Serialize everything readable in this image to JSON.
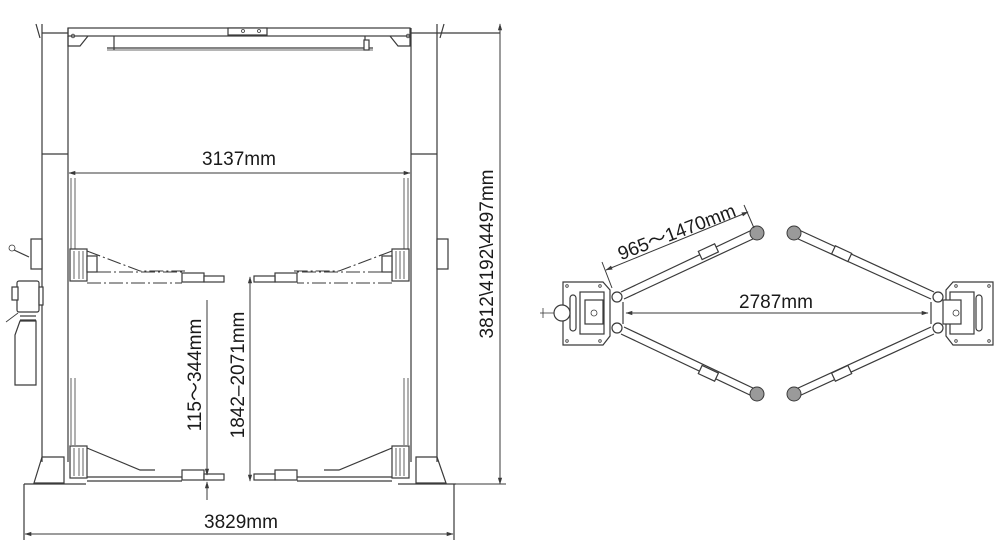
{
  "diagram": {
    "subject": "Two-post car lift dimensional drawing",
    "front_view": {
      "inner_width": "3137mm",
      "overall_height": "3812\\4192\\4497mm",
      "pickup_height": "115～344mm",
      "lift_height": "1842–2071mm",
      "base_width": "3829mm"
    },
    "top_view": {
      "arm_length": "965～1470mm",
      "column_distance": "2787mm"
    },
    "colors": {
      "line": "#3a3a3a",
      "background": "#ffffff"
    }
  }
}
